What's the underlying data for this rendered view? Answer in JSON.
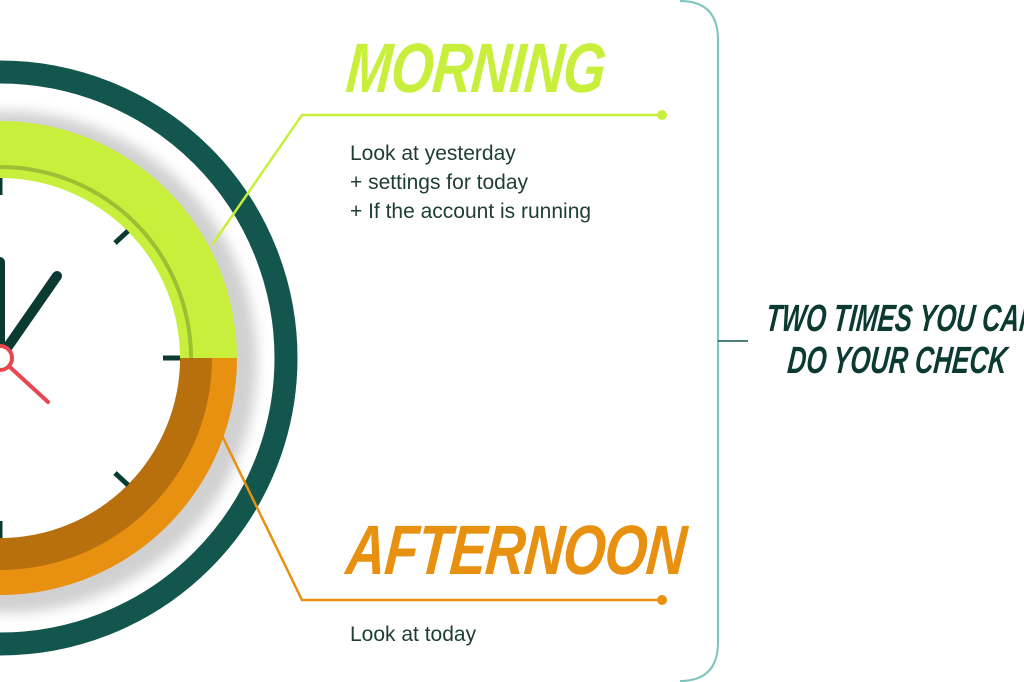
{
  "colors": {
    "dark_green": "#12564d",
    "lime": "#c8ef3c",
    "orange": "#e8900f",
    "red": "#e8474f",
    "teal": "#7cc4be"
  },
  "morning": {
    "title": "MORNING",
    "lines": [
      "Look at yesterday",
      "+ settings for today",
      "+ If the account is running"
    ]
  },
  "afternoon": {
    "title": "AFTERNOON",
    "lines": [
      "Look at today"
    ]
  },
  "side_heading": {
    "line1": "TWO TIMES YOU CAN",
    "line2": "DO YOUR CHECK"
  }
}
